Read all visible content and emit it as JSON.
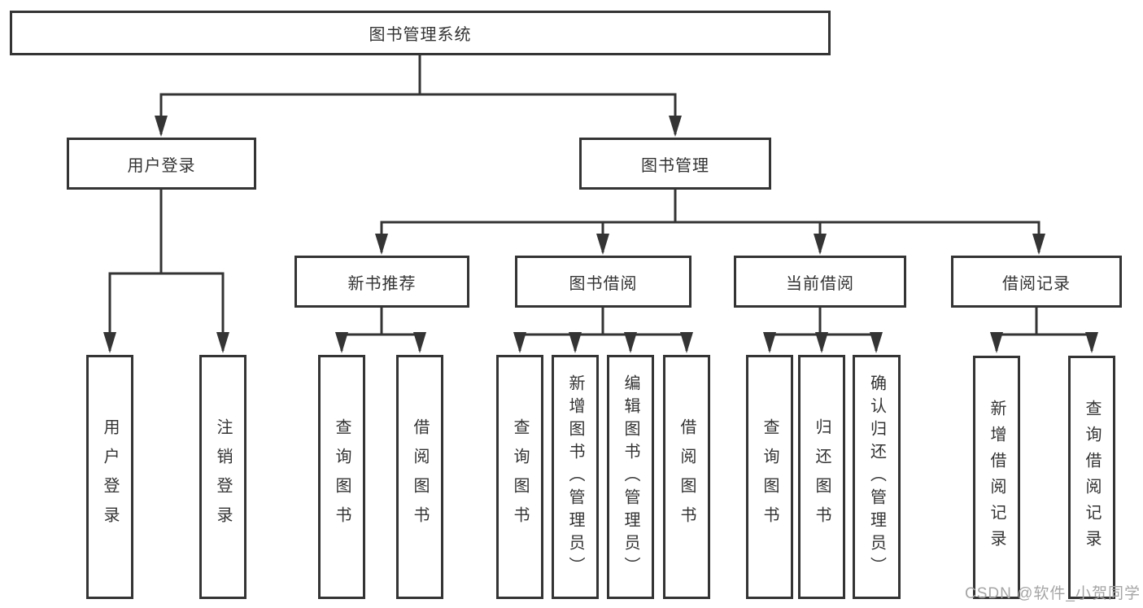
{
  "tree": {
    "root": "图书管理系统",
    "branches": [
      {
        "label": "用户登录",
        "children": [
          "用户登录",
          "注销登录"
        ]
      },
      {
        "label": "图书管理",
        "groups": [
          {
            "label": "新书推荐",
            "children": [
              "查询图书",
              "借阅图书"
            ]
          },
          {
            "label": "图书借阅",
            "children": [
              "查询图书",
              "新增图书（管理员）",
              "编辑图书（管理员）",
              "借阅图书"
            ]
          },
          {
            "label": "当前借阅",
            "children": [
              "查询图书",
              "归还图书",
              "确认归还（管理员）"
            ]
          },
          {
            "label": "借阅记录",
            "children": [
              "新增借阅记录",
              "查询借阅记录"
            ]
          }
        ]
      }
    ]
  },
  "watermark": "CSDN @软件_小贺同学",
  "colors": {
    "line": "#343434",
    "text": "#333333",
    "background": "#ffffff",
    "watermark": "#a5a5a5"
  }
}
